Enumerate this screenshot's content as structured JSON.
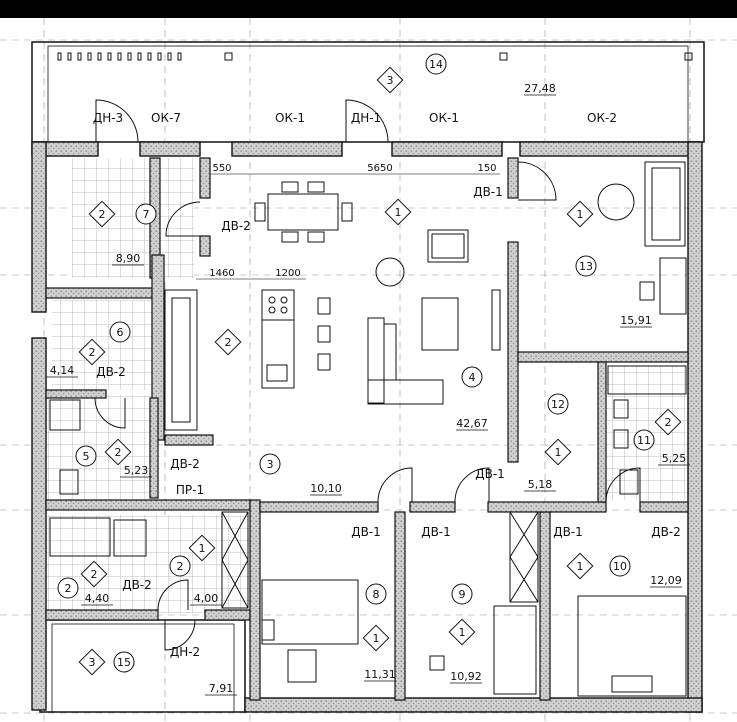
{
  "doors": [
    {
      "label": "ДН-3"
    },
    {
      "label": "ОК-7"
    },
    {
      "label": "ОК-1"
    },
    {
      "label": "ДН-1"
    },
    {
      "label": "ОК-1"
    },
    {
      "label": "ОК-2"
    },
    {
      "label": "ДВ-1"
    },
    {
      "label": "ДВ-2"
    },
    {
      "label": "ДВ-2"
    },
    {
      "label": "ДВ-2"
    },
    {
      "label": "ПР-1"
    },
    {
      "label": "ДВ-1"
    },
    {
      "label": "ДВ-1"
    },
    {
      "label": "ДВ-1"
    },
    {
      "label": "ДВ-1"
    },
    {
      "label": "ДВ-2"
    },
    {
      "label": "ДВ-2"
    },
    {
      "label": "ДН-2"
    }
  ],
  "dimensions": [
    {
      "value": "550"
    },
    {
      "value": "5650"
    },
    {
      "value": "150"
    },
    {
      "value": "1460"
    },
    {
      "value": "1200"
    }
  ],
  "rooms": [
    {
      "number": "14",
      "category": "3",
      "area": "27,48"
    },
    {
      "number": "7",
      "category": "2",
      "area": "8,90"
    },
    {
      "number": "13",
      "category": "1",
      "area": "15,91"
    },
    {
      "number": "6",
      "category": "2",
      "area": "4,14"
    },
    {
      "number": "5",
      "category": "2",
      "area": "5,23"
    },
    {
      "number": "12",
      "category": "1",
      "area": "5,18"
    },
    {
      "number": "11",
      "category": "2",
      "area": "5,25"
    },
    {
      "number": "4",
      "category": "1",
      "area": "42,67"
    },
    {
      "number": "3",
      "category": "2",
      "area": "10,10"
    },
    {
      "number": "2",
      "category": "1",
      "area": "4,00"
    },
    {
      "number": "2",
      "category": "2",
      "area": "4,40"
    },
    {
      "number": "8",
      "category": "1",
      "area": "11,31"
    },
    {
      "number": "9",
      "category": "1",
      "area": "10,92"
    },
    {
      "number": "10",
      "category": "1",
      "area": "12,09"
    },
    {
      "number": "15",
      "category": "3",
      "area": "7,91"
    }
  ]
}
